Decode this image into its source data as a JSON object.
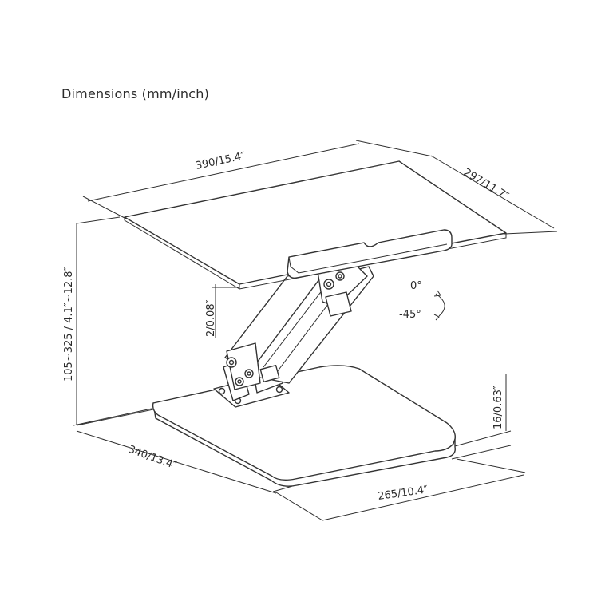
{
  "title": "Dimensions (mm/inch)",
  "dimensions": {
    "tray_width": "390/15.4″",
    "tray_depth": "297/11.7″",
    "lip_height": "2/0.08″",
    "height_range": "105~325 / 4.1″~12.8″",
    "base_thickness": "16/0.63″",
    "base_depth": "340/13.4″",
    "base_width": "265/10.4″"
  },
  "tilt": {
    "top": "0°",
    "bottom": "-45°"
  }
}
